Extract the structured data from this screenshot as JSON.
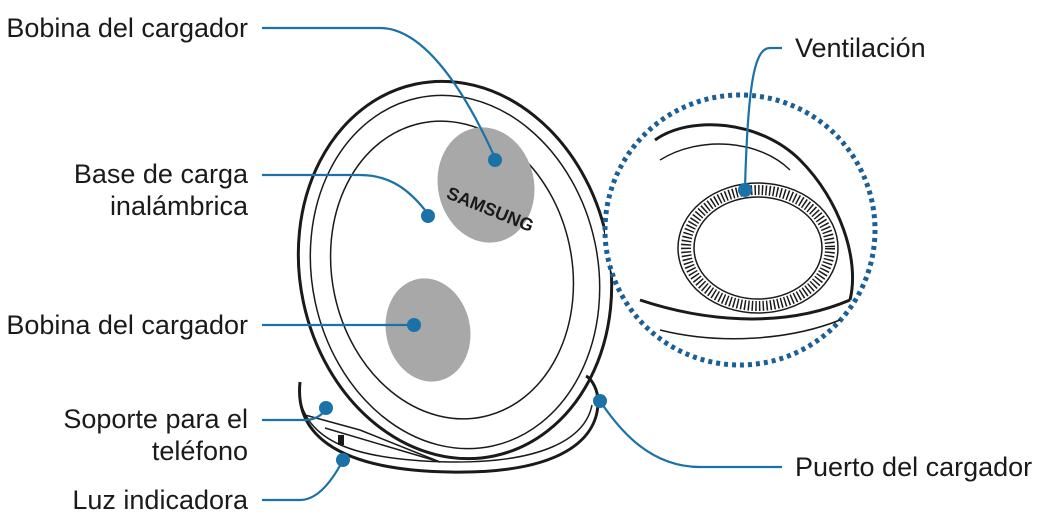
{
  "labels": {
    "coil_top": "Bobina del cargador",
    "pad_line1": "Base de carga",
    "pad_line2": "inalámbrica",
    "coil_bottom": "Bobina del cargador",
    "holder_line1": "Soporte para el",
    "holder_line2": "teléfono",
    "indicator": "Luz indicadora",
    "vent": "Ventilación",
    "port": "Puerto del cargador"
  },
  "brand": "SAMSUNG",
  "colors": {
    "leader": "#1a72a8",
    "zoom_dots": "#1a5f96",
    "coil_fill": "#a8a8a8",
    "outline": "#1a1a1a"
  }
}
